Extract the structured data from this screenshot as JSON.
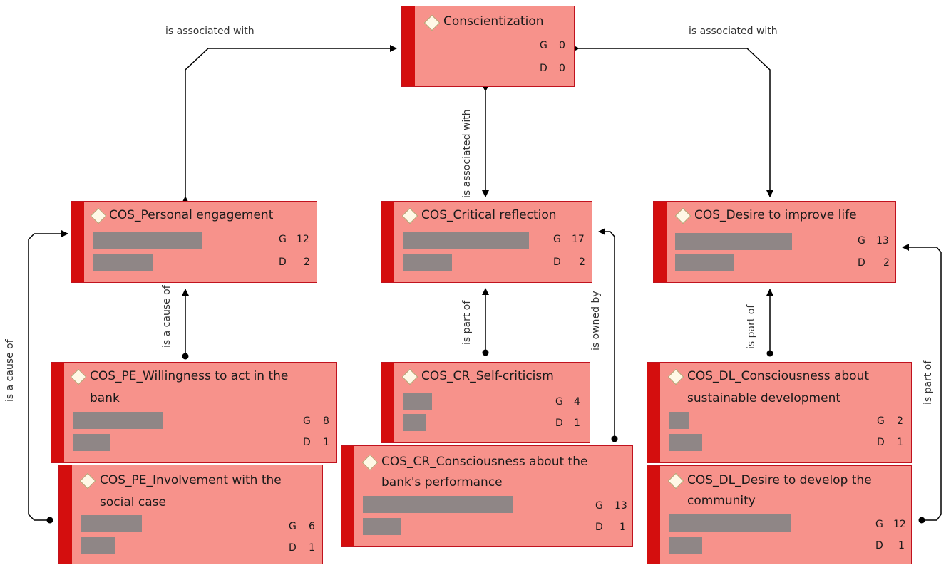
{
  "colors": {
    "node_fill": "#f7928b",
    "node_stripe": "#d40e0e",
    "redacted_bar": "#8f8686",
    "edge": "#000000"
  },
  "nodes": {
    "conscientization": {
      "title": "Conscientization",
      "g_label": "G",
      "g_value": "0",
      "d_label": "D",
      "d_value": "0"
    },
    "personal_engagement": {
      "title": "COS_Personal engagement",
      "g_label": "G",
      "g_value": "12",
      "d_label": "D",
      "d_value": "2"
    },
    "critical_reflection": {
      "title": "COS_Critical reflection",
      "g_label": "G",
      "g_value": "17",
      "d_label": "D",
      "d_value": "2"
    },
    "desire_improve_life": {
      "title": "COS_Desire to improve life",
      "g_label": "G",
      "g_value": "13",
      "d_label": "D",
      "d_value": "2"
    },
    "willingness": {
      "title_line1": "COS_PE_Willingness to act in the",
      "title_line2": "bank",
      "g_label": "G",
      "g_value": "8",
      "d_label": "D",
      "d_value": "1"
    },
    "involvement": {
      "title_line1": "COS_PE_Involvement with the",
      "title_line2": "social case",
      "g_label": "G",
      "g_value": "6",
      "d_label": "D",
      "d_value": "1"
    },
    "self_criticism": {
      "title": "COS_CR_Self-criticism",
      "g_label": "G",
      "g_value": "4",
      "d_label": "D",
      "d_value": "1"
    },
    "bank_performance": {
      "title_line1": "COS_CR_Consciousness about the",
      "title_line2": "bank's performance",
      "g_label": "G",
      "g_value": "13",
      "d_label": "D",
      "d_value": "1"
    },
    "sustainable_dev": {
      "title_line1": "COS_DL_Consciousness about",
      "title_line2": "sustainable development",
      "g_label": "G",
      "g_value": "2",
      "d_label": "D",
      "d_value": "1"
    },
    "develop_community": {
      "title_line1": "COS_DL_Desire to develop the",
      "title_line2": "community",
      "g_label": "G",
      "g_value": "12",
      "d_label": "D",
      "d_value": "1"
    }
  },
  "edges": {
    "left_top": "is associated with",
    "right_top": "is associated with",
    "center_top": "is associated with",
    "pe_cause": "is a cause of",
    "pe_left_cause": "is a cause of",
    "cr_part": "is part of",
    "cr_owned": "is owned by",
    "dl_part": "is part of",
    "dl_right_part": "is part of"
  }
}
